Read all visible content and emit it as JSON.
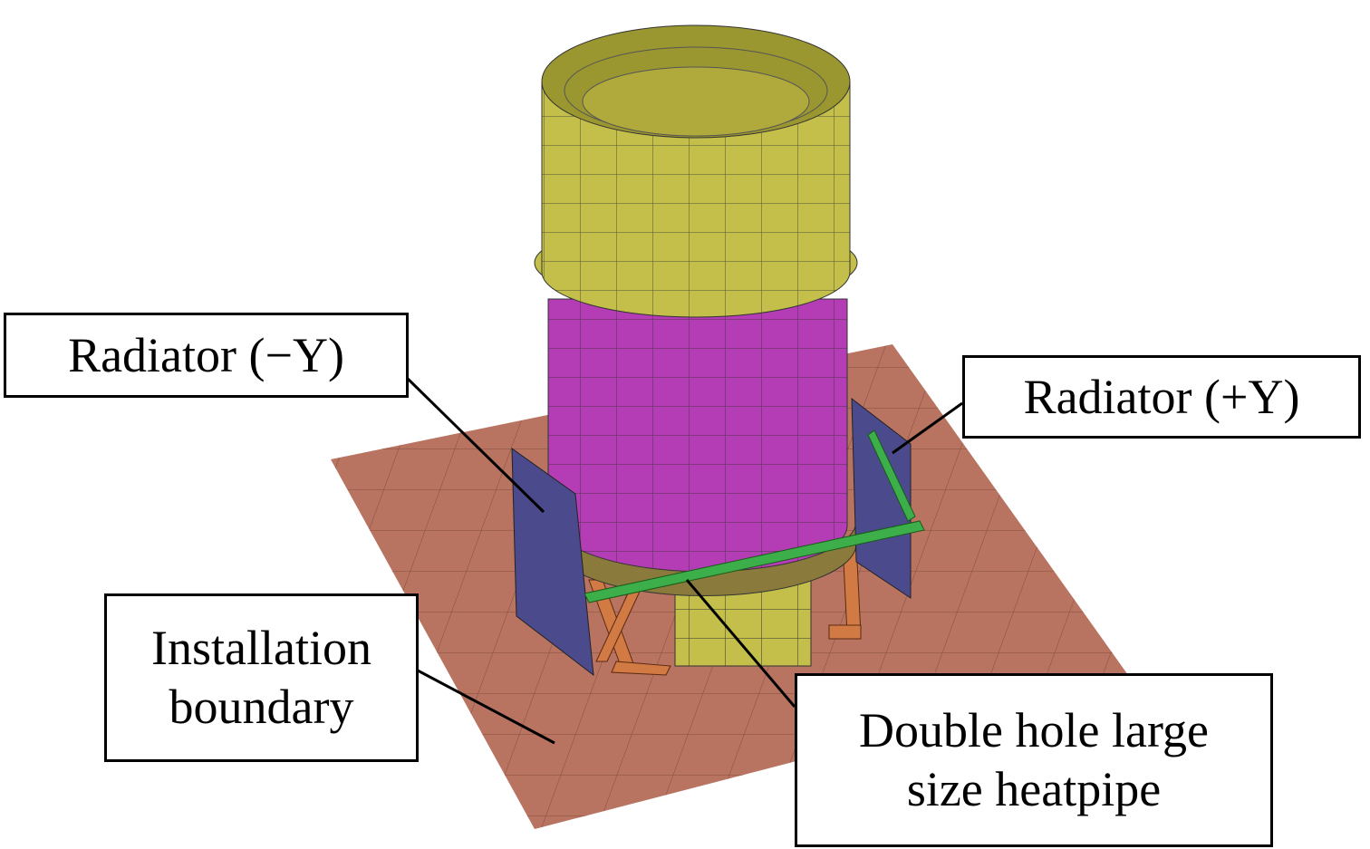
{
  "labels": {
    "radiator_minus_y": "Radiator (−Y)",
    "radiator_plus_y": "Radiator (+Y)",
    "installation_boundary": [
      "Installation",
      "boundary"
    ],
    "heatpipe": [
      "Double hole large",
      "size heatpipe"
    ]
  },
  "colors": {
    "ground": "#b87361",
    "upper_cylinder": "#c4bf4a",
    "middle_cylinder": "#b43cb4",
    "radiator": "#4a4a8c",
    "heatpipe": "#3cae4a",
    "legs": "#d27a44",
    "base_block": "#c4bf4a"
  }
}
